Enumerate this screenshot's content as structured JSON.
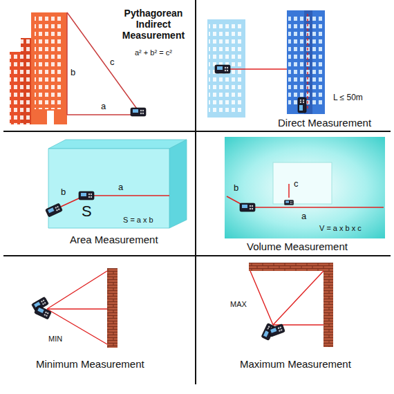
{
  "diagram": {
    "labels": [
      "Pythagorean Indirect Measurement",
      "a² + b² = c²",
      "c",
      "b",
      "a",
      "L ≤ 50m",
      "Direct Measurement",
      "a",
      "b",
      "S",
      "S = a x b",
      "Area Measurement",
      "b",
      "c",
      "a",
      "V = a x b x c",
      "Volume Measurement",
      "MIN",
      "Minimum Measurement",
      "MAX",
      "Maximum Measurement"
    ]
  }
}
